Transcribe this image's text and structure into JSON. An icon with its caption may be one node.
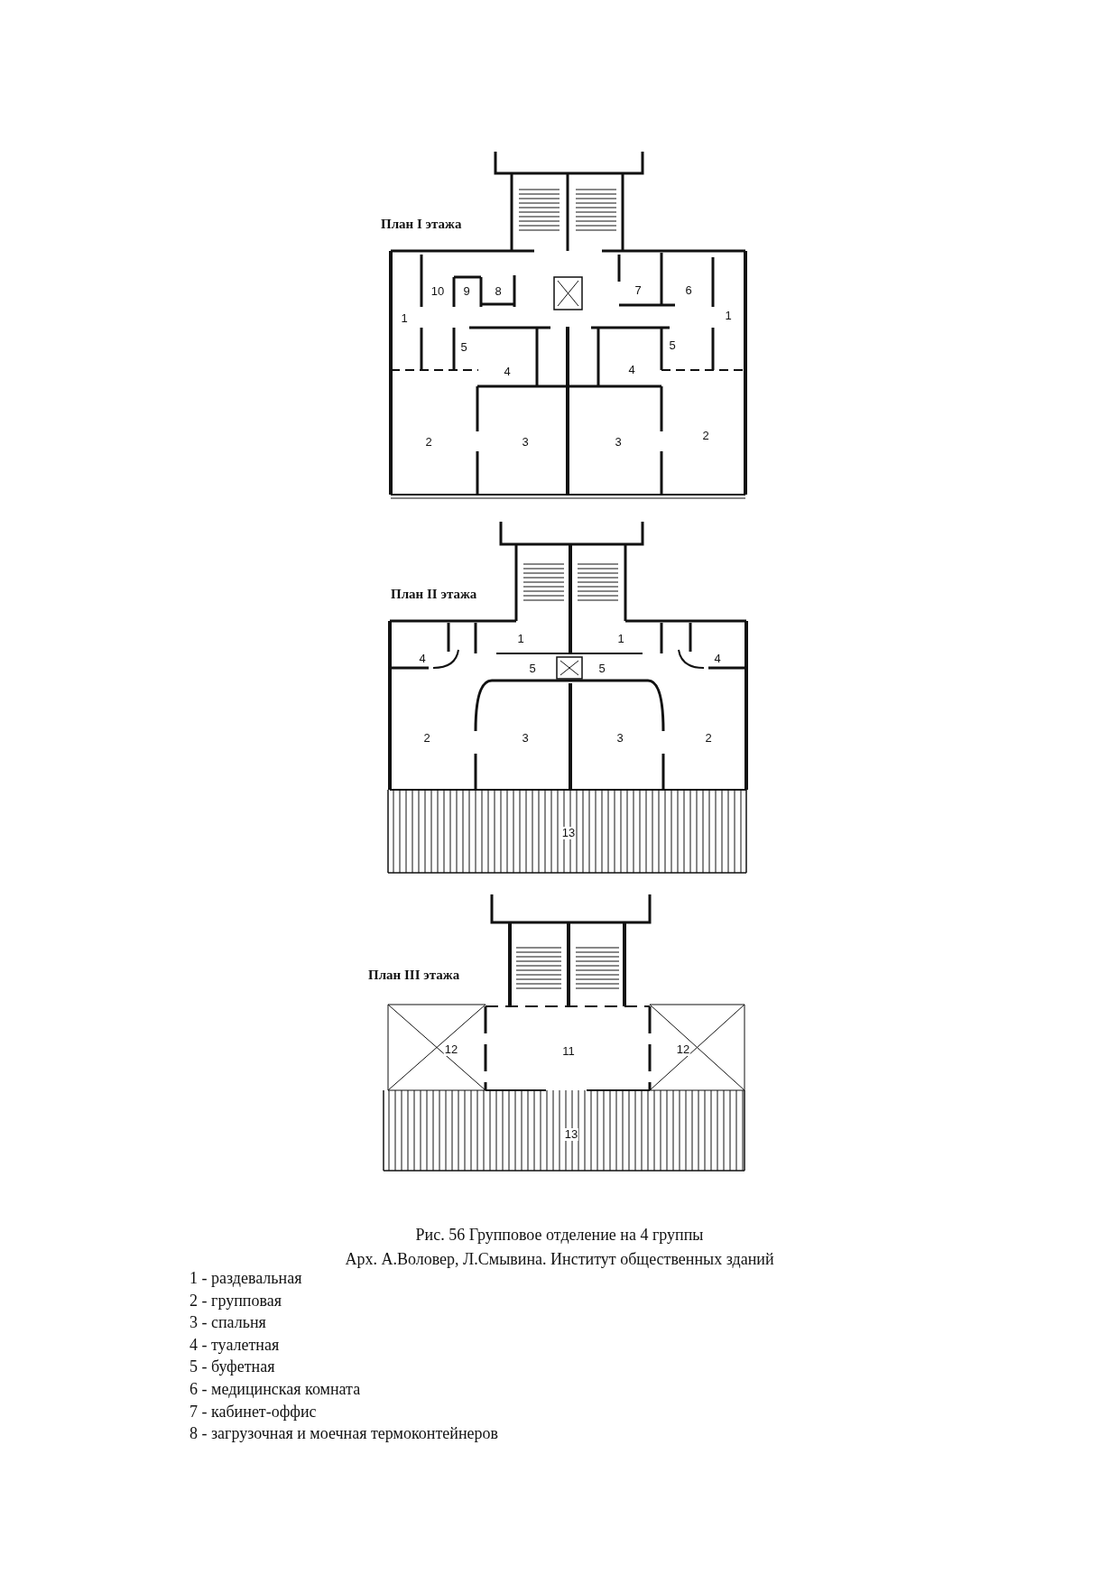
{
  "diagram": {
    "caption": "Рис. 56 Групповое отделение на 4 группы",
    "labels": [
      "План I этажа",
      "10",
      "9",
      "8",
      "7",
      "6",
      "1",
      "1",
      "5",
      "5",
      "4",
      "4",
      "2",
      "3",
      "3",
      "2",
      "План II этажа",
      "1",
      "1",
      "4",
      "4",
      "5",
      "5",
      "2",
      "3",
      "3",
      "2",
      "13",
      "План III этажа",
      "12",
      "11",
      "12",
      "13",
      "Арх. А.Воловер, Л.Смывина. Институт общественных зданий",
      "1 - раздевальная",
      "2 - групповая",
      "3 - спальня",
      "4 - туалетная",
      "5 - буфетная",
      "6 - медицинская комната",
      "7 - кабинет-оффис",
      "8 - загрузочная и моечная термоконтейнеров"
    ]
  }
}
